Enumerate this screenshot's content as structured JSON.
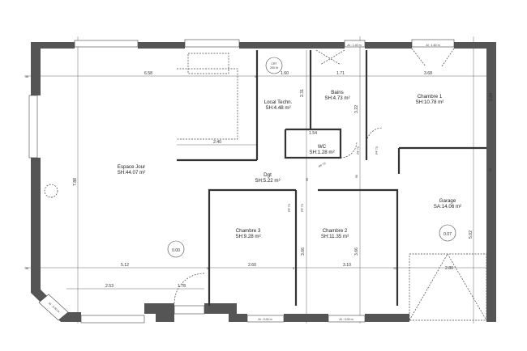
{
  "rooms": {
    "espace_jour": {
      "name": "Espace Jour",
      "area": "SH:44.07 m²"
    },
    "local_techn": {
      "name": "Local Techn.",
      "area": "SH:4.48 m²"
    },
    "bains": {
      "name": "Bains",
      "area": "SH:4.73 m²"
    },
    "chambre1": {
      "name": "Chambre 1",
      "area": "SH:10.78 m²"
    },
    "wc": {
      "name": "WC",
      "area": "SH:1.28 m²"
    },
    "dgt": {
      "name": "Dgt",
      "area": "SH:5.22 m²"
    },
    "chambre3": {
      "name": "Chambre 3",
      "area": "SH:9.28 m²"
    },
    "chambre2": {
      "name": "Chambre 2",
      "area": "SH:11.35 m²"
    },
    "garage": {
      "name": "Garage",
      "area": "SA:14.06 m²"
    }
  },
  "levels": {
    "main": "0.00",
    "garage": "0.07"
  },
  "dimensions": {
    "d658": "6.58",
    "d240": "2.40",
    "d160": "1.60",
    "d231": "2.31",
    "d171": "1.71",
    "d322": "3.22",
    "d368": "3.68",
    "d284": "2.84",
    "d154": "1.54",
    "d788": "7.88",
    "d512": "5.12",
    "d260": "2.60",
    "d310": "3.10",
    "d253": "2.53",
    "d178": "1.78",
    "d280": "2.80",
    "d502": "5.02",
    "d366a": "3.66",
    "d366b": "3.66",
    "w36": "36",
    "w5": "5",
    "w10": "10",
    "w90": "90",
    "w20": "20"
  },
  "annotations": {
    "crt": "CRT",
    "crt_vol": "200 ltr",
    "pf73": "PF 73",
    "win_bains": "Al : 1.40 m",
    "win_ch1": "Al : 1.60 m",
    "win_ch3": "Al : 3.00 m",
    "win_ch2": "Al : 3.00 m",
    "win_corner": "Al : 2.40 m"
  },
  "colors": {
    "wall": "#222222",
    "background": "#ffffff"
  }
}
